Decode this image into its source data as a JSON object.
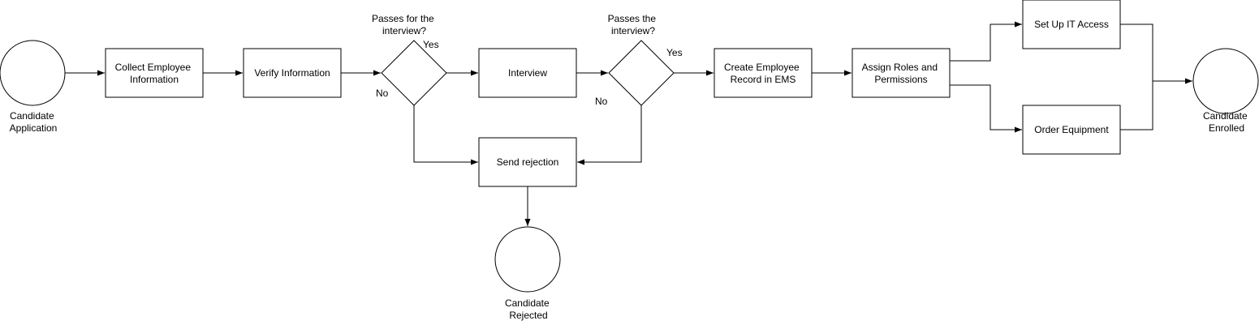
{
  "diagram": {
    "nodes": {
      "start": {
        "label": [
          "Candidate",
          "Application"
        ]
      },
      "collect": {
        "label": [
          "Collect Employee",
          "Information"
        ]
      },
      "verify": {
        "label": [
          "Verify Information"
        ]
      },
      "decision_interview": {
        "label": [
          "Passes for the",
          "interview?"
        ]
      },
      "interview": {
        "label": [
          "Interview"
        ]
      },
      "decision_pass": {
        "label": [
          "Passes the",
          "interview?"
        ]
      },
      "create_record": {
        "label": [
          "Create Employee",
          "Record in EMS"
        ]
      },
      "assign_roles": {
        "label": [
          "Assign Roles and",
          "Permissions"
        ]
      },
      "it_access": {
        "label": [
          "Set Up IT Access"
        ]
      },
      "order_equipment": {
        "label": [
          "Order Equipment"
        ]
      },
      "send_rejection": {
        "label": [
          "Send rejection"
        ]
      },
      "rejected": {
        "label": [
          "Candidate",
          "Rejected"
        ]
      },
      "enrolled": {
        "label": [
          "Candidate",
          "Enrolled"
        ]
      }
    },
    "edge_labels": {
      "d1_yes": "Yes",
      "d1_no": "No",
      "d2_yes": "Yes",
      "d2_no": "No"
    }
  }
}
